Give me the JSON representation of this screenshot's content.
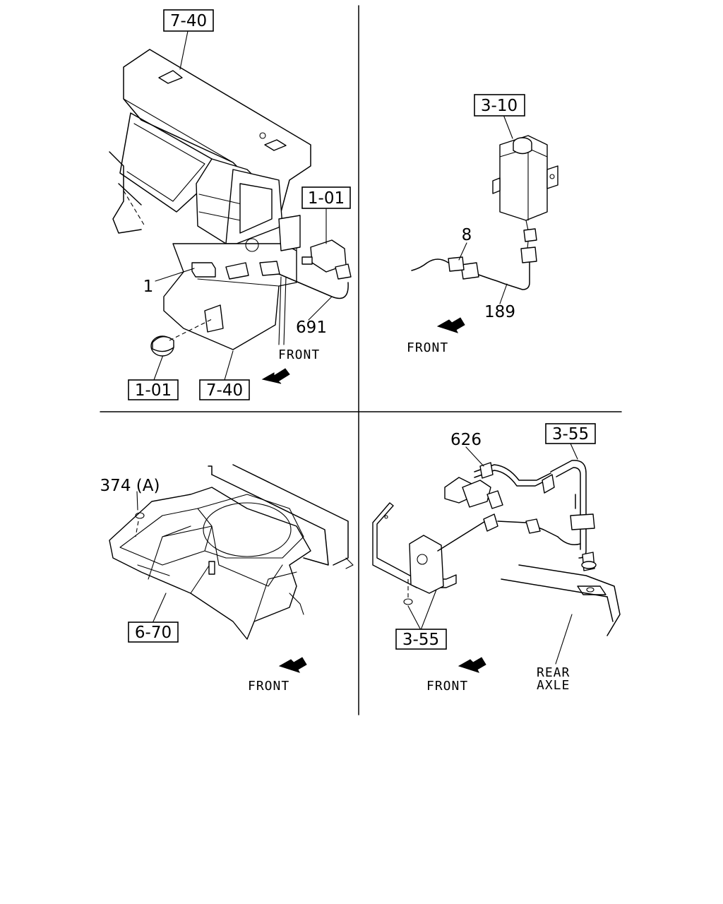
{
  "panels": {
    "top_left": {
      "refs": [
        "7-40",
        "1-01",
        "1-01",
        "7-40"
      ],
      "parts": [
        "1",
        "691"
      ],
      "front": "FRONT"
    },
    "top_right": {
      "refs": [
        "3-10"
      ],
      "parts": [
        "8",
        "189"
      ],
      "front": "FRONT"
    },
    "bottom_left": {
      "refs": [
        "6-70"
      ],
      "parts": [
        "374 (A)"
      ],
      "front": "FRONT"
    },
    "bottom_right": {
      "refs": [
        "3-55",
        "3-55"
      ],
      "parts": [
        "626"
      ],
      "front": "FRONT",
      "axle_line1": "REAR",
      "axle_line2": "AXLE"
    }
  }
}
